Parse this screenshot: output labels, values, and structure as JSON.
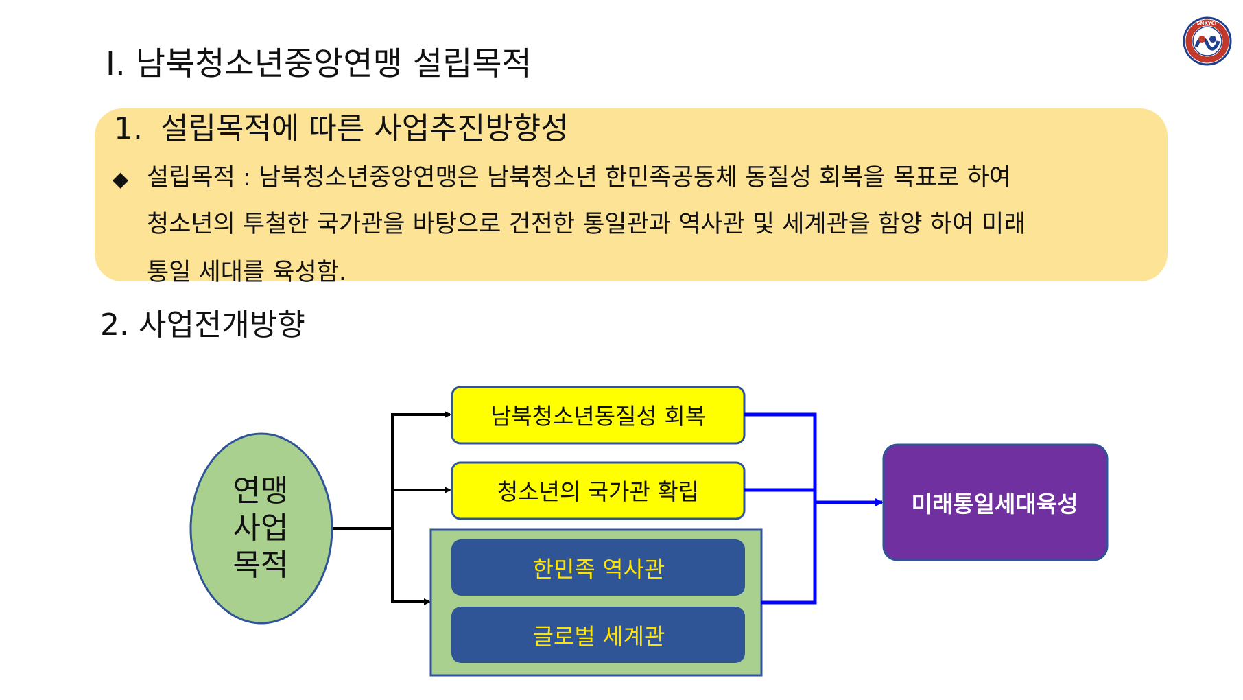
{
  "slide": {
    "title": "I. 남북청소년중앙연맹 설립목적",
    "section1": {
      "number": "1.",
      "heading": "설립목적에 따른 사업추진방향성",
      "bullet": "◆",
      "lines": [
        "설립목적 : 남북청소년중앙연맹은 남북청소년 한민족공동체 동질성 회복을 목표로 하여",
        "청소년의 투철한 국가관을 바탕으로 건전한 통일관과 역사관 및 세계관을 함양 하여 미래",
        "통일 세대를 육성함."
      ]
    },
    "section2": {
      "heading": "2. 사업전개방향"
    }
  },
  "diagram": {
    "center": {
      "lines": [
        "연맹",
        "사업",
        "목적"
      ]
    },
    "goals": [
      "남북청소년동질성 회복",
      "청소년의 국가관 확립",
      "한민족 역사관",
      "글로벌 세계관"
    ],
    "result": "미래통일세대육성"
  },
  "colors": {
    "highlight_panel": "#fde396",
    "center_ellipse_fill": "#a9d08e",
    "center_ellipse_stroke": "#2f5597",
    "goal_box_fill": "#ffff00",
    "goal_box_stroke": "#2f5597",
    "group_fill": "#a9d08e",
    "inner_box_fill": "#2f5597",
    "inner_box_text": "#ffe400",
    "result_fill": "#7030a0",
    "blue_connector": "#0000ff",
    "black_connector": "#000000"
  },
  "logo": {
    "icon": "organization-emblem-icon",
    "text": "SNKYCF"
  }
}
